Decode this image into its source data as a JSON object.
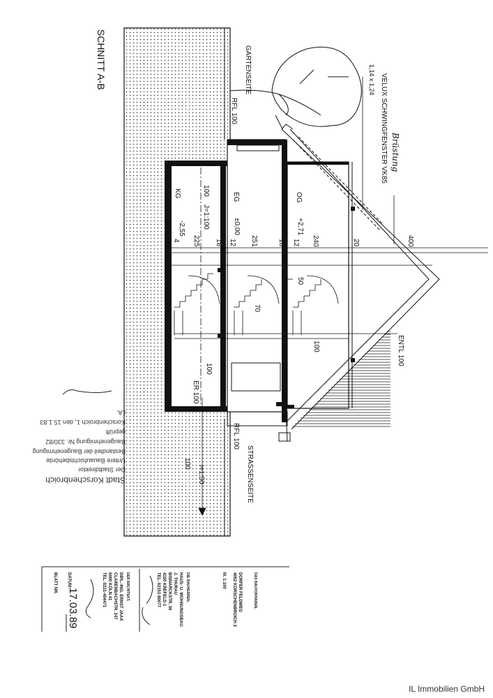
{
  "drawing": {
    "title": "SCHNITT A-B",
    "garden_side": "GARTENSEITE",
    "street_side": "STRASSENSEITE",
    "rfl_top": "RFL 100",
    "rfl_bottom": "RFL 100",
    "velux": "VELUX SCHWINGFENSTER VK85",
    "velux_size": "1,14 x 1,24",
    "handwritten_note": "Brüstung",
    "levels": {
      "kg": "KG",
      "kg_height": "-2,55",
      "eg": "EG",
      "eg_height": "±0,00",
      "og": "OG",
      "og_height": "+2,71"
    },
    "slope_upper": "100",
    "slope_upper_ratio": "J=1:100",
    "dimensions": [
      "4",
      "225",
      "18",
      "12",
      "251",
      "18",
      "12",
      "240",
      "20",
      "400"
    ],
    "label_50": "50",
    "label_70": "70",
    "label_100_mid": "100",
    "entl": "ENTL 100",
    "er_100_a": "100",
    "er": "ER 100",
    "drain_100": "100",
    "drain_ratio": "i=1:50"
  },
  "stamp": {
    "line1": "Stadt Korschenbroich",
    "line2": "Der Stadtdirektor",
    "line3": "Untere Bauaufsichtsbehörde",
    "line4": "Bestandteil der Baugenehmigung",
    "line5": "Baugenehmigung Nr. 330/82",
    "line6": "geprüft",
    "line7": "Korschenbroich 1, den 15.1.83",
    "line8": "i.A."
  },
  "title_block": {
    "project_label": "DAS BAUVORHABEN,",
    "project_line1": "DORFER FELDWEG",
    "project_line2": "4052 KORSCHENBROICH 2",
    "scale": "M. 1:100",
    "owner_label": "DIE BAUHERREN,",
    "owner_line1": "HAUS- U. WOHNUNGSBAU",
    "owner_line2": "J. THURAU",
    "owner_line3": "BISMARCKSTR. 39",
    "owner_line4": "4150 KREFELD 1",
    "owner_line5": "TEL. 02151-80077",
    "architect_label": "DER ARCHITEKT,",
    "architect_line1": "DIPL.-ING. ERNST JAAX",
    "architect_line2": "CLARENBACHSTR. 247",
    "architect_line3": "5000 KÖLN 41",
    "architect_line4": "TEL. 0221-404471",
    "date_label": "DATUM:",
    "date_value": "17.03.89",
    "sheet_label": "BLATT NR."
  },
  "footer": {
    "company": "IL Immobilien GmbH"
  }
}
